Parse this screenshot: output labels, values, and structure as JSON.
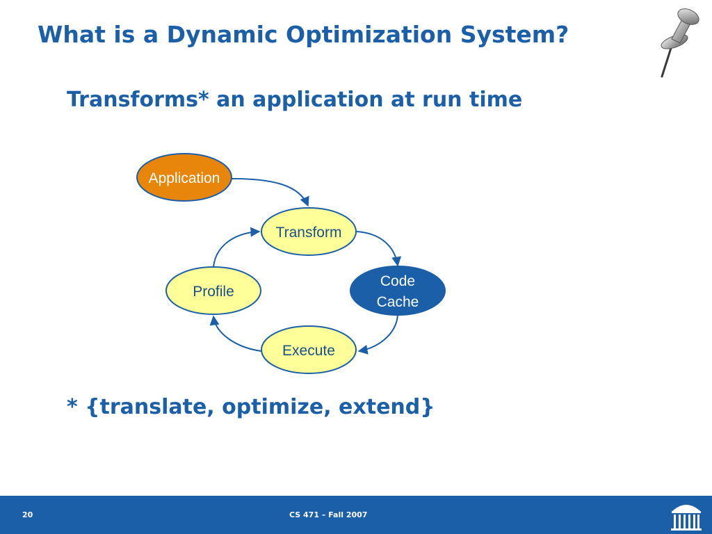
{
  "slide": {
    "title": "What is a Dynamic Optimization System?",
    "subtitle": "Transforms* an application at run time",
    "footnote": "* {translate, optimize, extend}"
  },
  "diagram": {
    "nodes": {
      "application": "Application",
      "transform": "Transform",
      "code_cache_line1": "Code",
      "code_cache_line2": "Cache",
      "profile": "Profile",
      "execute": "Execute"
    },
    "colors": {
      "application_fill": "#e8860c",
      "cycle_fill": "#ffff99",
      "code_cache_fill": "#1a5fa8",
      "stroke": "#1a5fa8"
    }
  },
  "footer": {
    "page_number": "20",
    "course": "CS 471 – Fall 2007"
  },
  "icons": {
    "pushpin": "pushpin-icon",
    "logo": "rotunda-logo-icon"
  }
}
